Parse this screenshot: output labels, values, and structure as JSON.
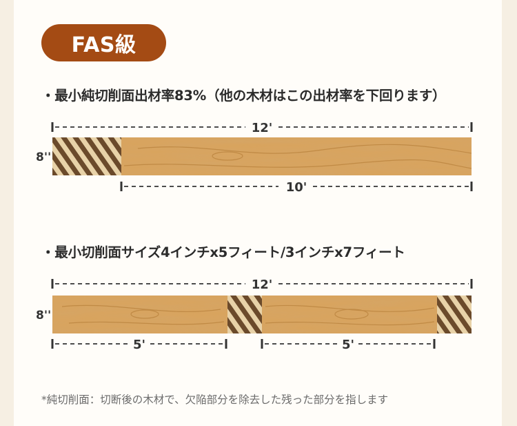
{
  "badge": "FAS級",
  "section1": {
    "heading": "・最小純切削面出材率83%（他の木材はこの出材率を下回ります）",
    "total_length": "12'",
    "width": "8''",
    "clear_length": "10'"
  },
  "section2": {
    "heading": "・最小切削面サイズ4インチx5フィート/3インチx7フィート",
    "total_length": "12'",
    "width": "8''",
    "segment1_length": "5'",
    "segment2_length": "5'"
  },
  "footnote": "*純切削面：切断後の木材で、欠陥部分を除去した残った部分を指します",
  "colors": {
    "badge": "#a44b14",
    "wood": "#d9a35c",
    "defect": "#6b4a2b",
    "background": "#f6efe3"
  }
}
